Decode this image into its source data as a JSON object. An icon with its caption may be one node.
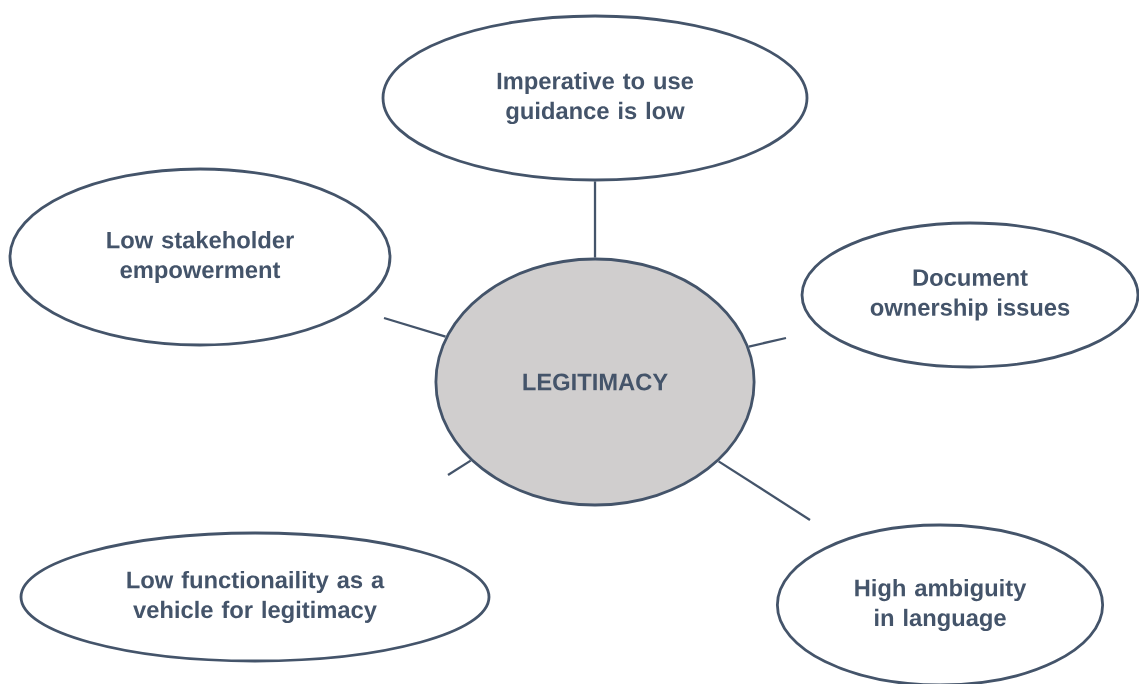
{
  "diagram": {
    "nodes": [
      {
        "text": [
          "Imperative to use guidance is low"
        ]
      },
      {
        "text": [
          "Low stakeholder empowerment"
        ]
      },
      {
        "text": [
          "Document ownership issues"
        ]
      },
      {
        "text": [
          "LEGITIMACY"
        ]
      },
      {
        "text": [
          "Low functionaility as a vehicle for legitimacy"
        ]
      },
      {
        "text": [
          "High ambiguity in language"
        ]
      }
    ],
    "edges": [
      {
        "from": 3,
        "to": 0,
        "arrow": "none"
      },
      {
        "from": 3,
        "to": null,
        "arrow": "none"
      },
      {
        "from": 3,
        "to": null,
        "arrow": "none"
      },
      {
        "from": 3,
        "to": null,
        "arrow": "none"
      },
      {
        "from": 3,
        "to": null,
        "arrow": "none"
      }
    ]
  }
}
